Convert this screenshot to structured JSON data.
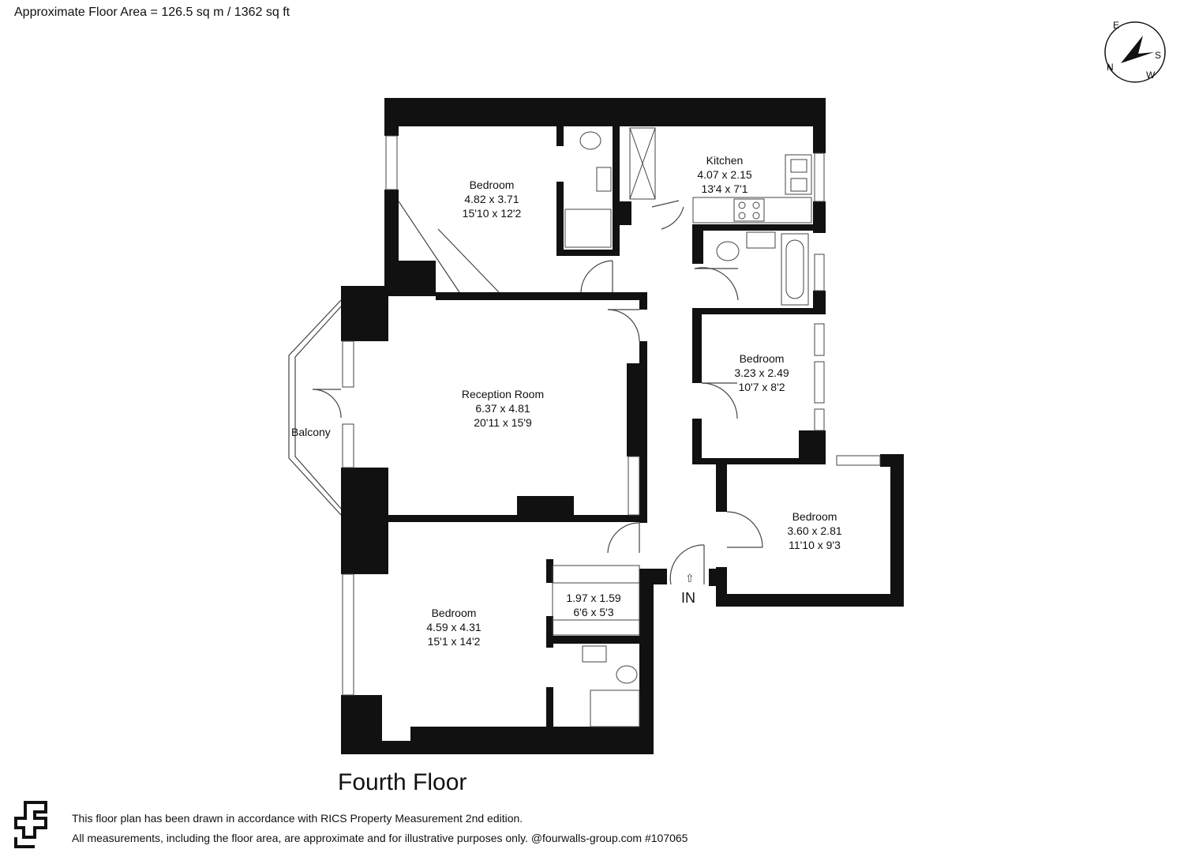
{
  "header": {
    "floor_area": "Approximate Floor Area = 126.5 sq m / 1362 sq ft"
  },
  "compass": {
    "north": "N",
    "east": "E",
    "south": "S",
    "west": "W",
    "icon": "compass-arrow-icon"
  },
  "rooms": [
    {
      "id": "bedroom-1",
      "name": "Bedroom",
      "metric": "4.82 x 3.71",
      "imperial": "15'10 x 12'2"
    },
    {
      "id": "kitchen",
      "name": "Kitchen",
      "metric": "4.07 x 2.15",
      "imperial": "13'4 x 7'1"
    },
    {
      "id": "reception",
      "name": "Reception Room",
      "metric": "6.37 x 4.81",
      "imperial": "20'11 x 15'9"
    },
    {
      "id": "bedroom-2",
      "name": "Bedroom",
      "metric": "3.23 x 2.49",
      "imperial": "10'7 x 8'2"
    },
    {
      "id": "bedroom-3",
      "name": "Bedroom",
      "metric": "3.60 x 2.81",
      "imperial": "11'10 x 9'3"
    },
    {
      "id": "bedroom-4",
      "name": "Bedroom",
      "metric": "4.59 x 4.31",
      "imperial": "15'1 x 14'2"
    },
    {
      "id": "dressing",
      "name": "",
      "metric": "1.97 x 1.59",
      "imperial": "6'6 x 5'3"
    }
  ],
  "balcony_label": "Balcony",
  "entrance_label": "IN",
  "floor_name": "Fourth Floor",
  "footer": {
    "logo_icon": "fourwalls-logo-icon",
    "line1": "This floor plan has been drawn in accordance with RICS Property Measurement 2nd edition.",
    "line2": "All measurements, including the floor area, are approximate and for illustrative purposes only. @fourwalls-group.com #107065"
  },
  "colors": {
    "wall": "#111111",
    "line": "#444444",
    "background": "#ffffff"
  }
}
